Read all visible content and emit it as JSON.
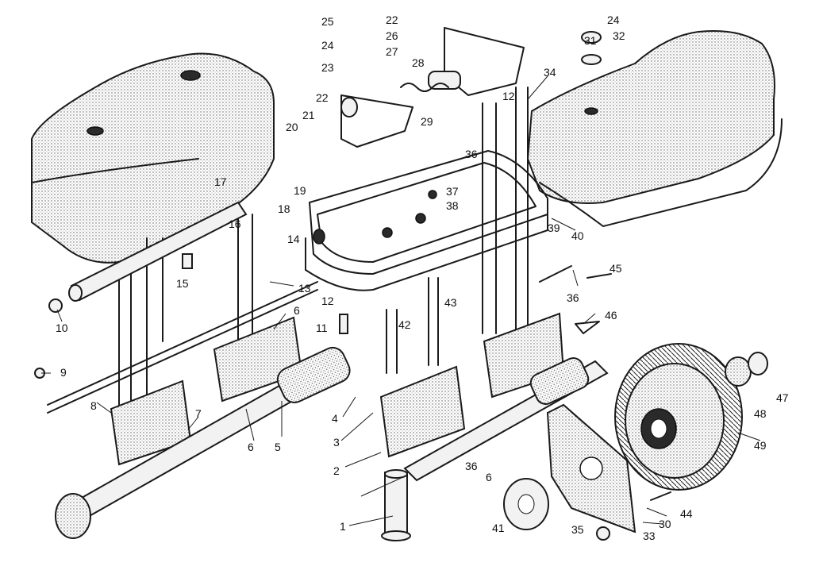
{
  "diagram": {
    "callouts": [
      {
        "id": "1",
        "text": "1"
      },
      {
        "id": "2",
        "text": "2"
      },
      {
        "id": "3",
        "text": "3"
      },
      {
        "id": "4",
        "text": "4"
      },
      {
        "id": "5",
        "text": "5"
      },
      {
        "id": "6a",
        "text": "6"
      },
      {
        "id": "6b",
        "text": "6"
      },
      {
        "id": "6c",
        "text": "6"
      },
      {
        "id": "7",
        "text": "7"
      },
      {
        "id": "8",
        "text": "8"
      },
      {
        "id": "9",
        "text": "9"
      },
      {
        "id": "10",
        "text": "10"
      },
      {
        "id": "11",
        "text": "11"
      },
      {
        "id": "12a",
        "text": "12"
      },
      {
        "id": "12b",
        "text": "12"
      },
      {
        "id": "13",
        "text": "13"
      },
      {
        "id": "14",
        "text": "14"
      },
      {
        "id": "15",
        "text": "15"
      },
      {
        "id": "16",
        "text": "16"
      },
      {
        "id": "17",
        "text": "17"
      },
      {
        "id": "18",
        "text": "18"
      },
      {
        "id": "19",
        "text": "19"
      },
      {
        "id": "20",
        "text": "20"
      },
      {
        "id": "21",
        "text": "21"
      },
      {
        "id": "22a",
        "text": "22"
      },
      {
        "id": "22b",
        "text": "22"
      },
      {
        "id": "23",
        "text": "23"
      },
      {
        "id": "24a",
        "text": "24"
      },
      {
        "id": "24b",
        "text": "24"
      },
      {
        "id": "25",
        "text": "25"
      },
      {
        "id": "26",
        "text": "26"
      },
      {
        "id": "27",
        "text": "27"
      },
      {
        "id": "28",
        "text": "28"
      },
      {
        "id": "29",
        "text": "29"
      },
      {
        "id": "30",
        "text": "30"
      },
      {
        "id": "31",
        "text": "31"
      },
      {
        "id": "32",
        "text": "32"
      },
      {
        "id": "33",
        "text": "33"
      },
      {
        "id": "34",
        "text": "34"
      },
      {
        "id": "35",
        "text": "35"
      },
      {
        "id": "36a",
        "text": "36"
      },
      {
        "id": "36b",
        "text": "36"
      },
      {
        "id": "36c",
        "text": "36"
      },
      {
        "id": "37",
        "text": "37"
      },
      {
        "id": "38",
        "text": "38"
      },
      {
        "id": "39",
        "text": "39"
      },
      {
        "id": "40",
        "text": "40"
      },
      {
        "id": "41",
        "text": "41"
      },
      {
        "id": "42",
        "text": "42"
      },
      {
        "id": "43",
        "text": "43"
      },
      {
        "id": "44",
        "text": "44"
      },
      {
        "id": "45",
        "text": "45"
      },
      {
        "id": "46",
        "text": "46"
      },
      {
        "id": "47",
        "text": "47"
      },
      {
        "id": "48",
        "text": "48"
      },
      {
        "id": "49",
        "text": "49"
      }
    ]
  },
  "colors": {
    "ink": "#1a1a1a",
    "paper": "#ffffff"
  }
}
